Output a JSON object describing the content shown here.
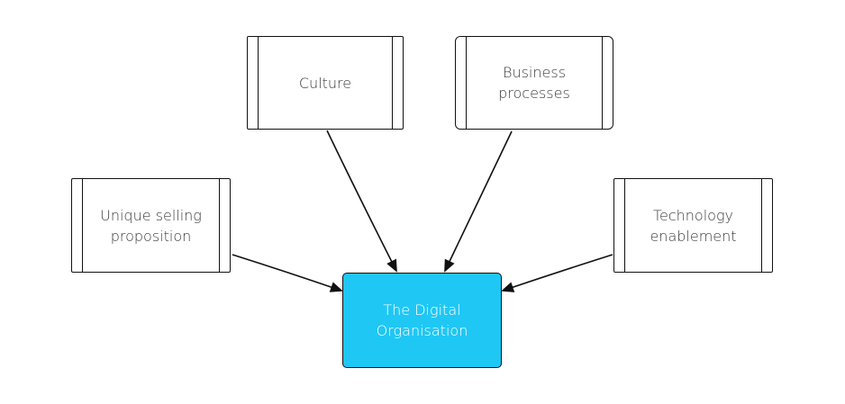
{
  "diagram": {
    "nodes": [
      {
        "id": "culture",
        "label": "Culture",
        "fill": "#ffffff"
      },
      {
        "id": "business",
        "label": "Business processes",
        "fill": "#ffffff"
      },
      {
        "id": "usp",
        "label": "Unique selling\nproposition",
        "fill": "#ffffff"
      },
      {
        "id": "tech",
        "label": "Technology\nenablement",
        "fill": "#ffffff"
      },
      {
        "id": "digital",
        "label": "The Digital\nOrganisation",
        "fill": "#1fc7f5"
      }
    ],
    "edges": [
      {
        "from": "culture",
        "to": "digital"
      },
      {
        "from": "business",
        "to": "digital"
      },
      {
        "from": "usp",
        "to": "digital"
      },
      {
        "from": "tech",
        "to": "digital"
      }
    ],
    "colors": {
      "stroke": "#111111",
      "accent": "#1fc7f5",
      "text": "#3a3a3a",
      "accent_text": "#ffffff"
    }
  }
}
